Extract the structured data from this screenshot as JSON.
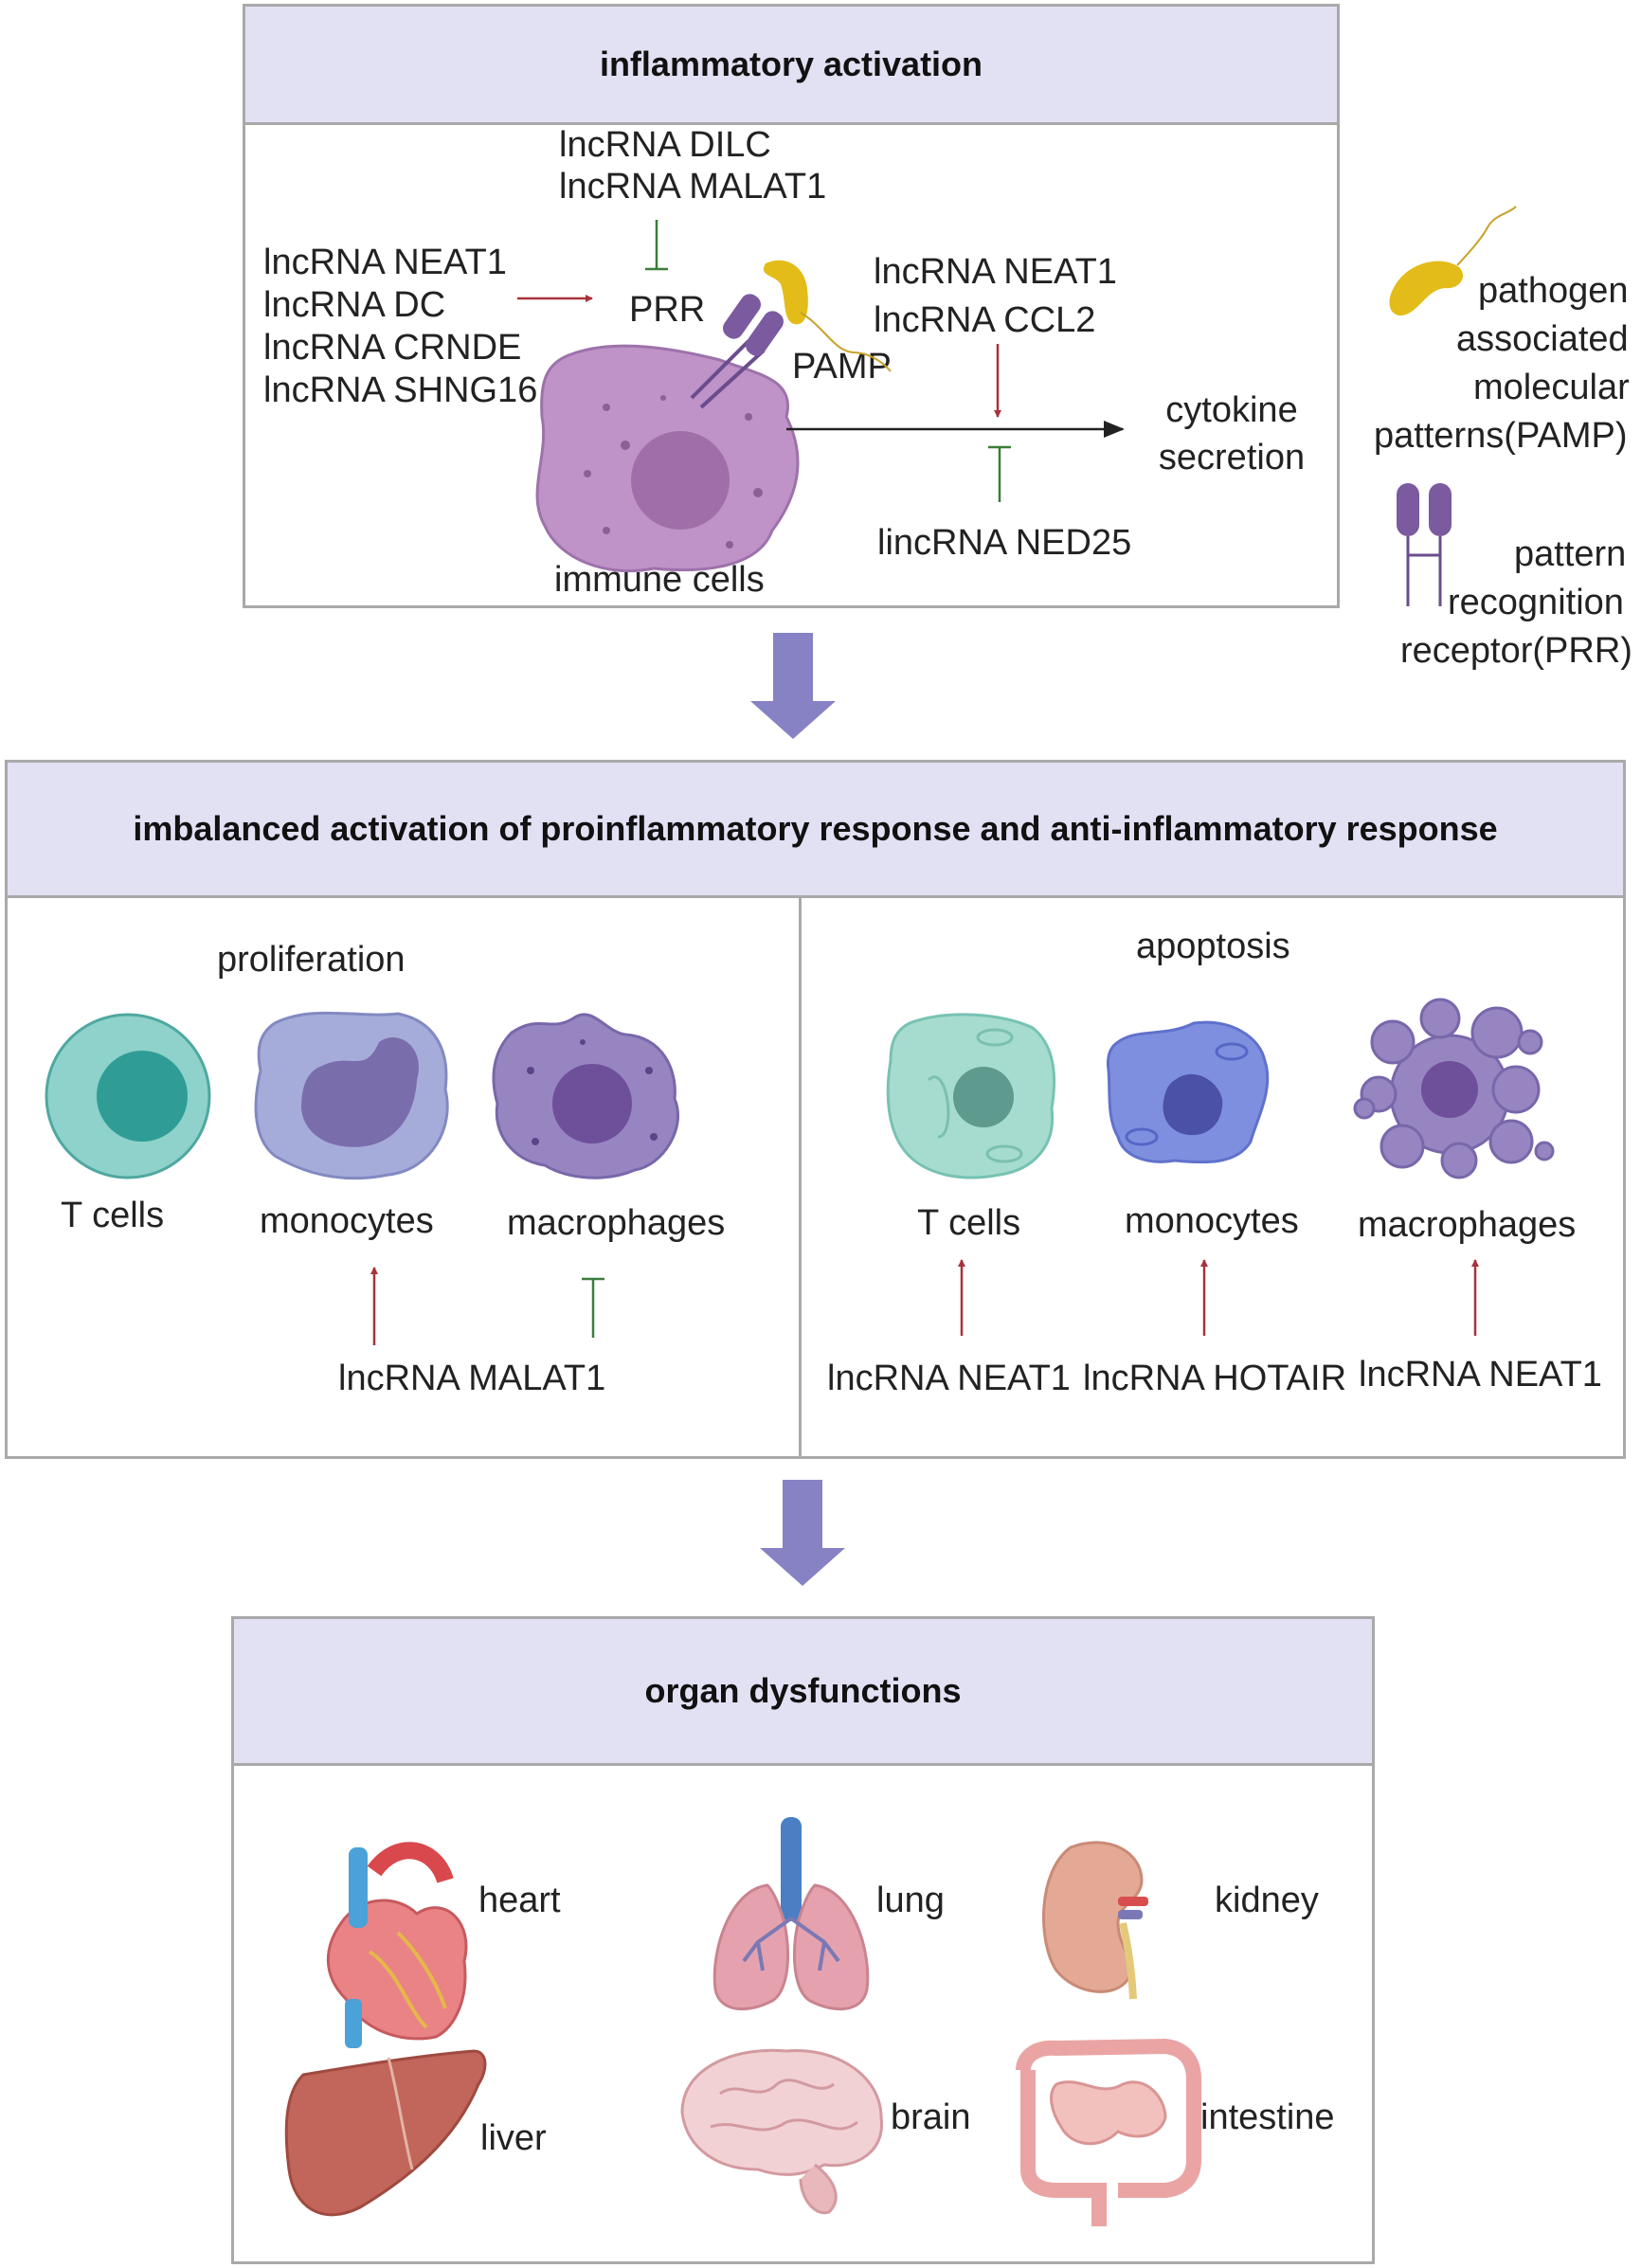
{
  "panel1": {
    "title": "inflammatory activation",
    "inhibitors_top": [
      "lncRNA DILC",
      "lncRNA MALAT1"
    ],
    "activators_left": [
      "lncRNA NEAT1",
      "lncRNA DC",
      "lncRNA CRNDE",
      "lncRNA SHNG16"
    ],
    "prr_label": "PRR",
    "pamp_label": "PAMP",
    "activators_right": [
      "lncRNA NEAT1",
      "lncRNA CCL2"
    ],
    "outcome_label": [
      "cytokine",
      "secretion"
    ],
    "inhibitor_right": "lincRNA NED25",
    "cell_label": "immune cells"
  },
  "legend": {
    "pamp": [
      "pathogen",
      "associated",
      "molecular",
      "patterns(PAMP)"
    ],
    "prr": [
      "pattern",
      "recognition",
      "receptor(PRR)"
    ]
  },
  "panel2": {
    "title": "imbalanced activation of proinflammatory response and anti-inflammatory response",
    "left": {
      "heading": "proliferation",
      "cells": [
        "T cells",
        "monocytes",
        "macrophages"
      ],
      "regulator": "lncRNA MALAT1"
    },
    "right": {
      "heading": "apoptosis",
      "cells": [
        "T cells",
        "monocytes",
        "macrophages"
      ],
      "regulators": [
        "lncRNA NEAT1",
        "lncRNA HOTAIR",
        "lncRNA NEAT1"
      ]
    }
  },
  "panel3": {
    "title": "organ dysfunctions",
    "organs": [
      "heart",
      "lung",
      "kidney",
      "liver",
      "brain",
      "intestine"
    ]
  },
  "colors": {
    "header_fill": "#e2e0f3",
    "border": "#a9a9a9",
    "activation_arrow": "#a8323a",
    "inhibition_bar": "#3c7d3a",
    "flow_arrow": "#8682c4"
  }
}
